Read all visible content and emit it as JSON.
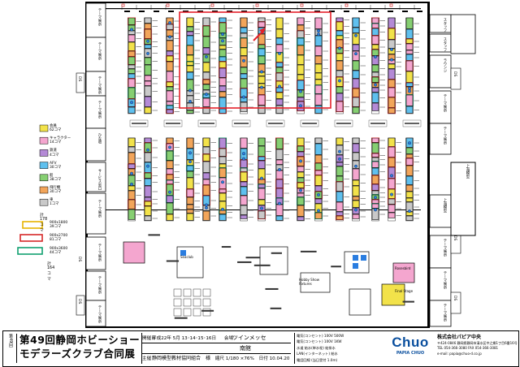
{
  "legend": {
    "items": [
      {
        "label": "会員\n62コマ",
        "color": "#f2e24a"
      },
      {
        "label": "キャラクター\n14コマ",
        "color": "#f4a6cf"
      },
      {
        "label": "鉄道\n4コマ",
        "color": "#b48ad6"
      },
      {
        "label": "AFV\n30コマ",
        "color": "#5fc0ee"
      },
      {
        "label": "船\n38コマ",
        "color": "#86cf72"
      },
      {
        "label": "飛行機\n30コマ",
        "color": "#f2a55a"
      },
      {
        "label": "車\n1コマ",
        "color": "#c9c9c9"
      }
    ],
    "total1": "計178コマ",
    "sizes": [
      {
        "label": "900x1800\n39コマ",
        "color": "#e8b400"
      },
      {
        "label": "900x2700\n81コマ",
        "color": "#d62828"
      },
      {
        "label": "900x3600\n44コマ",
        "color": "#10a070"
      }
    ],
    "total2": "計164コマ"
  },
  "left_labels": [
    "テーマ展示",
    "テーマ展示",
    "テーマ展示",
    "テーマ展示",
    "ひな壇",
    "サービス窓口",
    "テーマ展示",
    "テーマ展示",
    "テーマ展示",
    "テーマ展示"
  ],
  "right_labels": [
    "スタッフ",
    "スタッフ",
    "ラウンジ",
    "テーマ展示",
    "テーマ展示",
    "上海模型",
    "テーマ展示",
    "テーマ展示",
    "テーマ展示",
    "上海模型"
  ],
  "door_labels": [
    "DS",
    "DS",
    "DS",
    "DS",
    "DS",
    "DS"
  ],
  "center_texts": [
    "Hobby Show Fixtures",
    "Rosesbird",
    "Final Stage",
    "Seaclub"
  ],
  "title_block": {
    "badge": "第49回",
    "title_line1": "第49回静岡ホビーショー",
    "title_line2": "モデラーズクラブ合同展",
    "date_label": "開催日",
    "dates": "平成22年 5月 13･14･15･16日",
    "venue_label": "会場",
    "venue": "ツインメッセ",
    "hall": "南館",
    "org_label": "主催",
    "organizer": "静岡模型教材協同組合　様",
    "scale_label": "縮尺",
    "scale": "1/180 ×76%",
    "date_label2": "日付",
    "revision": "10.04.20",
    "notes": [
      "電気(コンセント) 100V 500W",
      "電気(コンセント) 100V 1KW",
      "水道 給水(単水栓) 給排水",
      "LAN(インターネット) 給水",
      "電話回線 (当日受付 1.0m)"
    ],
    "brand": "Chuo",
    "brand_sub": "PAPIA CHUO",
    "company": "株式会社パピア中央",
    "company_info": [
      "〒424-0846 静岡県静岡市清水区中之郷1丁目6番16号",
      "TEL 054-366-3080  FAX 054-366-3081",
      "e-mail: papia@chuo-d.co.jp"
    ]
  },
  "colors": {
    "red_frame": "#e5202a",
    "arrow": "#e5202a",
    "column_fill": "#ffffff",
    "yellow": "#f2e24a",
    "pink": "#f4a6cf",
    "purple": "#b48ad6",
    "blue": "#5fc0ee",
    "green": "#86cf72",
    "orange": "#f2a55a",
    "gray": "#c9c9c9"
  }
}
